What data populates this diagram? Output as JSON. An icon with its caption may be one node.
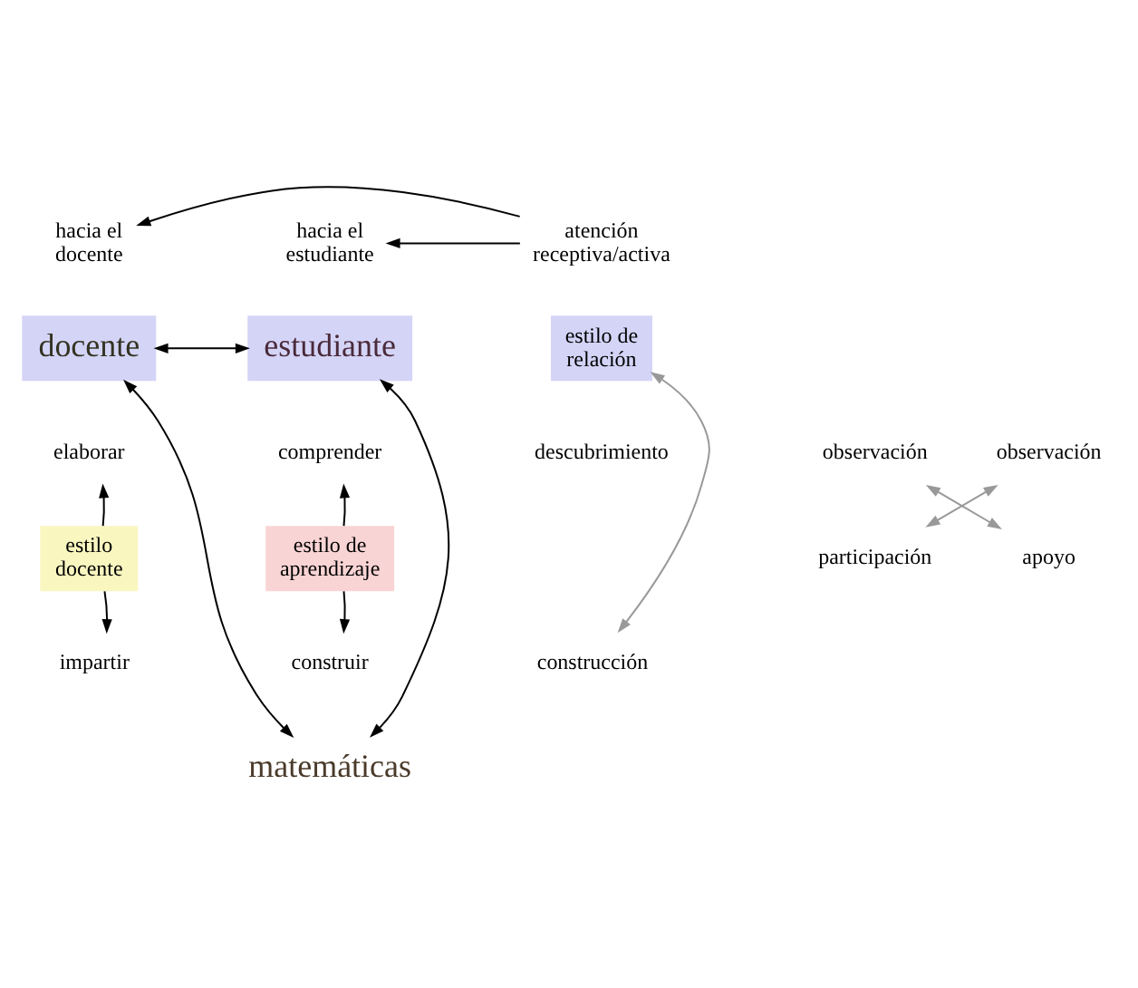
{
  "diagram": {
    "nodes": [
      {
        "text": [
          "hacia el docente"
        ]
      },
      {
        "text": [
          "atención receptiva/activa"
        ]
      },
      {
        "text": [
          "hacia el estudiante"
        ]
      },
      {
        "text": [
          "docente"
        ]
      },
      {
        "text": [
          "estilo de relación"
        ]
      },
      {
        "text": [
          "estudiante"
        ]
      },
      {
        "text": [
          "observación"
        ]
      },
      {
        "text": [
          "descubrimiento"
        ]
      },
      {
        "text": [
          "observación"
        ]
      },
      {
        "text": [
          "elaborar"
        ]
      },
      {
        "text": [
          "comprender"
        ]
      },
      {
        "text": [
          "participación"
        ]
      },
      {
        "text": [
          "apoyo"
        ]
      },
      {
        "text": [
          "estilo docente"
        ]
      },
      {
        "text": [
          "estilo de aprendizaje"
        ]
      },
      {
        "text": [
          "impartir"
        ]
      },
      {
        "text": [
          "construcción"
        ]
      },
      {
        "text": [
          "construir"
        ]
      },
      {
        "text": [
          "matemáticas"
        ]
      }
    ],
    "edges": [
      {
        "from": 1,
        "to": 0,
        "arrow": "to"
      },
      {
        "from": 1,
        "to": 2,
        "arrow": "to"
      },
      {
        "from": 3,
        "to": 5,
        "arrow": "both"
      },
      {
        "from": 3,
        "to": 18,
        "arrow": "both"
      },
      {
        "from": 5,
        "to": 18,
        "arrow": "both"
      },
      {
        "from": 6,
        "to": 12,
        "arrow": "both",
        "color": "#999999"
      },
      {
        "from": 8,
        "to": 11,
        "arrow": "both",
        "color": "#999999"
      },
      {
        "from": 4,
        "to": 16,
        "arrow": "both",
        "color": "#999999"
      },
      {
        "from": 13,
        "to": 9,
        "arrow": "to"
      },
      {
        "from": 13,
        "to": 15,
        "arrow": "to"
      },
      {
        "from": 14,
        "to": 10,
        "arrow": "to"
      },
      {
        "from": 14,
        "to": 17,
        "arrow": "to"
      }
    ]
  }
}
